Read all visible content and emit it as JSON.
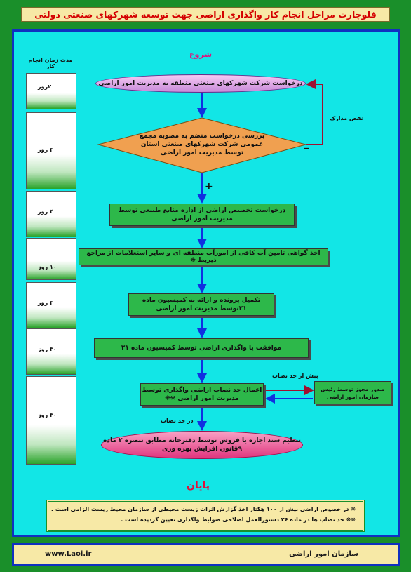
{
  "title": "فلوچارت مراحل انجام کار واگذاری اراضی جهت توسعه شهرکهای صنعتی دولتی",
  "start_label": "شروع",
  "end_label": "پایان",
  "duration_header": "مدت زمان انجام کار",
  "durations": [
    "۲روز",
    "۳ روز",
    "۴ روز",
    "۱۰ روز",
    "۳ روز",
    "۳۰ روز",
    "۳۰ روز"
  ],
  "nodes": {
    "request": "درخواست شرکت شهرکهای صنعتی منطقه به مدیریت امور اراضی",
    "review": "بررسی درخواست منضم به مصوبه مجمع عمومی شرکت شهرکهای صنعتی استان توسط مدیریت امور اراضی",
    "allocation": "درخواست تخصیص اراضی از اداره منابع طبیعی توسط مدیریت امور اراضی",
    "water": "اخذ گواهی تامین آب کافی از امورآب منطقه ای و سایر استعلامات از مراجع ذیربط ❋",
    "dossier": "تکمیل پرونده و ارائه به کمیسیون ماده ۲۱توسط مدیریت امور اراضی",
    "approval": "موافقت یا واگذاری اراضی توسط کمیسیون ماده ۲۱",
    "apply": "اعمال حد نصاب اراضی واگذاری توسط مدیریت امور اراضی ❋❋",
    "permit": "صدور مجوز توسط رئیس سازمان امور اراضی",
    "lease": "تنظیم سند اجاره یا فروش توسط دفترخانه مطابق تبصره ۲ ماده ۹قانون افزایش بهره وری"
  },
  "edge_labels": {
    "incomplete": "نقص مدارک",
    "minus": "_",
    "plus": "+",
    "above_threshold": "بیش از حد نصاب",
    "below_threshold": "در حد نصاب"
  },
  "notes": [
    "❋ در خصوص اراضی بیش از ۱۰۰ هکتار اخذ گزارش اثرات زیست محیطی از سازمان محیط زیست الزامی است .",
    "❋❋ حد نصاب ها در ماده ۲۶ دستورالعمل اصلاحی ضوابط واگذاری تعیین گردیده است ."
  ],
  "footer": {
    "url": "www.Laoi.ir",
    "org": "سازمان امور اراضی"
  },
  "colors": {
    "panel": "#12e6e6",
    "frame": "#1a8f2a",
    "arrow": "#1030e0",
    "return_arrow": "#a01030"
  }
}
